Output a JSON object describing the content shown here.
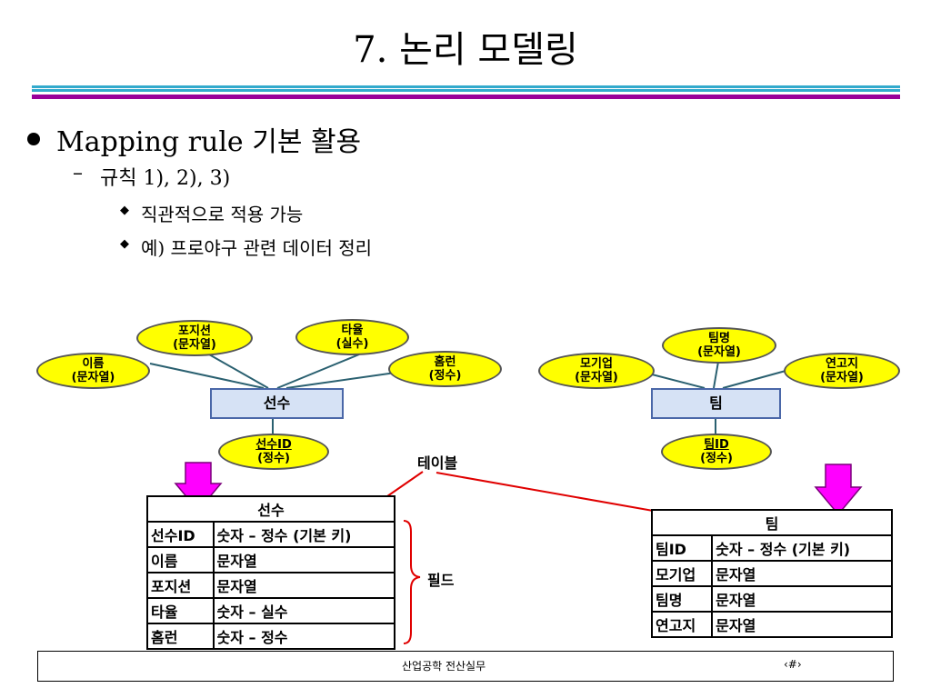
{
  "slide": {
    "title": "7. 논리 모델링",
    "colors": {
      "rule_blue": "#33aacc",
      "rule_purple": "#990099",
      "attr_fill": "#ffff00",
      "entity_fill": "#d6e2f5",
      "arrow": "#ff00ff",
      "connector": "#e00000"
    },
    "bullets": {
      "level1": "Mapping rule 기본 활용",
      "level2": "규칙 1), 2), 3)",
      "level3": [
        "직관적으로 적용 가능",
        "예) 프로야구 관련 데이터 정리"
      ]
    }
  },
  "diagram": {
    "player": {
      "entity": "선수",
      "attributes": {
        "name": [
          "이름",
          "(문자열)"
        ],
        "position": [
          "포지션",
          "(문자열)"
        ],
        "avg": [
          "타율",
          "(실수)"
        ],
        "homerun": [
          "홈런",
          "(정수)"
        ],
        "key": [
          "선수ID",
          "(정수)"
        ]
      }
    },
    "team": {
      "entity": "팀",
      "attributes": {
        "owner": [
          "모기업",
          "(문자열)"
        ],
        "name": [
          "팀명",
          "(문자열)"
        ],
        "home": [
          "연고지",
          "(문자열)"
        ],
        "key": [
          "팀ID",
          "(정수)"
        ]
      }
    },
    "labels": {
      "table": "테이블",
      "field": "필드"
    }
  },
  "player_table": {
    "header": "선수",
    "rows": [
      [
        "선수ID",
        "숫자 – 정수 (기본 키)"
      ],
      [
        "이름",
        "문자열"
      ],
      [
        "포지션",
        "문자열"
      ],
      [
        "타율",
        "숫자 – 실수"
      ],
      [
        "홈런",
        "숫자 – 정수"
      ]
    ]
  },
  "team_table": {
    "header": "팀",
    "rows": [
      [
        "팀ID",
        "숫자 – 정수 (기본 키)"
      ],
      [
        "모기업",
        "문자열"
      ],
      [
        "팀명",
        "문자열"
      ],
      [
        "연고지",
        "문자열"
      ]
    ]
  },
  "footer": {
    "text": "산업공학 전산실무",
    "page": "‹#›"
  }
}
